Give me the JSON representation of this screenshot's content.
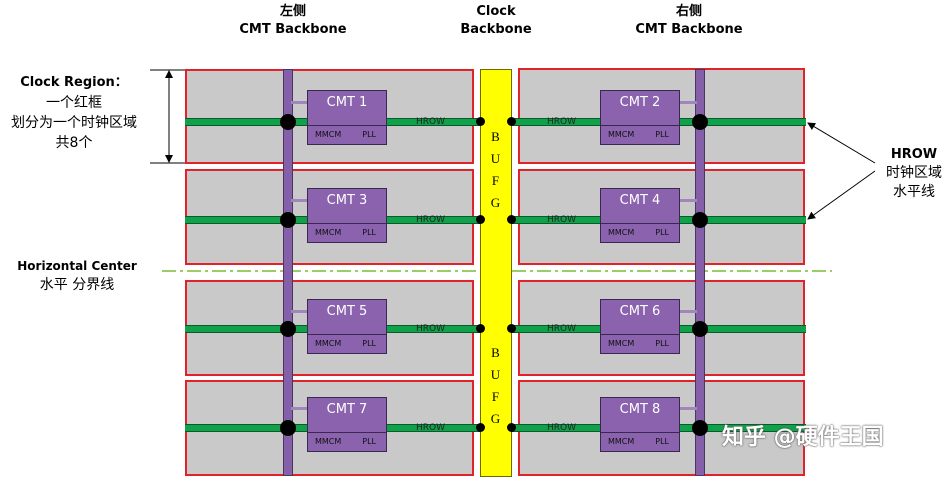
{
  "labels": {
    "left_spine_cn": "左侧",
    "left_spine_en": "CMT Backbone",
    "clock_backbone_1": "Clock",
    "clock_backbone_2": "Backbone",
    "right_spine_cn": "右侧",
    "right_spine_en": "CMT Backbone",
    "clock_region_title": "Clock Region：",
    "clock_region_line1": "一个红框",
    "clock_region_line2": "划分为一个时钟区域",
    "clock_region_line3": "共8个",
    "horizontal_center_en": "Horizontal Center",
    "horizontal_center_cn": "水平 分界线",
    "hrow_title": "HROW",
    "hrow_line1": "时钟区域",
    "hrow_line2": "水平线",
    "bufg_top": "B\nU\nF\nG",
    "bufg_bottom": "B\nU\nF\nG"
  },
  "regions": [
    {
      "cmt": "CMT 1",
      "mmcm": "MMCM",
      "pll": "PLL",
      "hrow": "HROW"
    },
    {
      "cmt": "CMT 2",
      "mmcm": "MMCM",
      "pll": "PLL",
      "hrow": "HROW"
    },
    {
      "cmt": "CMT 3",
      "mmcm": "MMCM",
      "pll": "PLL",
      "hrow": "HROW"
    },
    {
      "cmt": "CMT 4",
      "mmcm": "MMCM",
      "pll": "PLL",
      "hrow": "HROW"
    },
    {
      "cmt": "CMT 5",
      "mmcm": "MMCM",
      "pll": "PLL",
      "hrow": "HROW"
    },
    {
      "cmt": "CMT 6",
      "mmcm": "MMCM",
      "pll": "PLL",
      "hrow": "HROW"
    },
    {
      "cmt": "CMT 7",
      "mmcm": "MMCM",
      "pll": "PLL",
      "hrow": "HROW"
    },
    {
      "cmt": "CMT 8",
      "mmcm": "MMCM",
      "pll": "PLL",
      "hrow": "HROW"
    }
  ],
  "watermark": "知乎 @硬件王国",
  "colors": {
    "region_fill": "#c9c9c9",
    "region_border": "#e0222a",
    "bufg": "#ffff00",
    "hrow": "#10a24a",
    "cmt": "#8a62ad",
    "center_line": "#9ccc65"
  }
}
